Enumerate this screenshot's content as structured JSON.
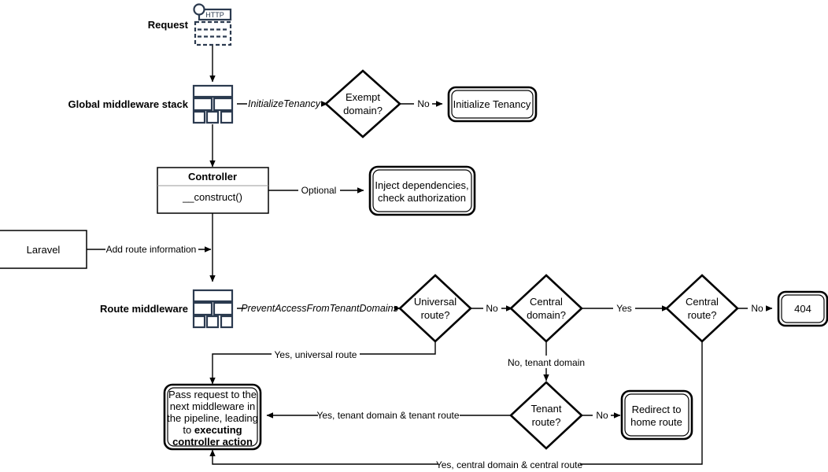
{
  "diagram": {
    "title": "Laravel multi-tenancy request lifecycle flowchart",
    "nodes": {
      "request_label": "Request",
      "http_icon_label": "HTTP",
      "global_middleware_label": "Global middleware stack",
      "exempt_domain": "Exempt domain?",
      "exempt_domain_line1": "Exempt",
      "exempt_domain_line2": "domain?",
      "initialize_tenancy": "Initialize Tenancy",
      "controller_title": "Controller",
      "controller_method": "__construct()",
      "inject_deps_line1": "Inject dependencies,",
      "inject_deps_line2": "check authorization",
      "laravel": "Laravel",
      "route_middleware_label": "Route middleware",
      "universal_route_line1": "Universal",
      "universal_route_line2": "route?",
      "central_domain_line1": "Central",
      "central_domain_line2": "domain?",
      "central_route_line1": "Central",
      "central_route_line2": "route?",
      "not_found": "404",
      "tenant_route_line1": "Tenant",
      "tenant_route_line2": "route?",
      "redirect_home_line1": "Redirect to",
      "redirect_home_line2": "home route",
      "pass_request_line1": "Pass request to the",
      "pass_request_line2": "next middleware in",
      "pass_request_line3": "the pipeline, leading",
      "pass_request_line4_plain": "to ",
      "pass_request_line4_bold": "executing",
      "pass_request_line5_bold": "controller action"
    },
    "edges": {
      "initialize_tenancy_mw": "InitializeTenancy",
      "exempt_no": "No",
      "optional": "Optional",
      "add_route_information": "Add route information",
      "prevent_access": "PreventAccessFromTenantDomains",
      "universal_no": "No",
      "central_domain_yes": "Yes",
      "central_route_no": "No",
      "yes_universal_route": "Yes, universal route",
      "no_tenant_domain": "No, tenant domain",
      "yes_tenant_domain_tenant_route": "Yes, tenant domain & tenant route",
      "tenant_route_no": "No",
      "yes_central_domain_central_route": "Yes, central domain & central route"
    },
    "colors": {
      "icon": "#2b3a4f",
      "stroke": "#000000",
      "background": "#ffffff"
    }
  }
}
